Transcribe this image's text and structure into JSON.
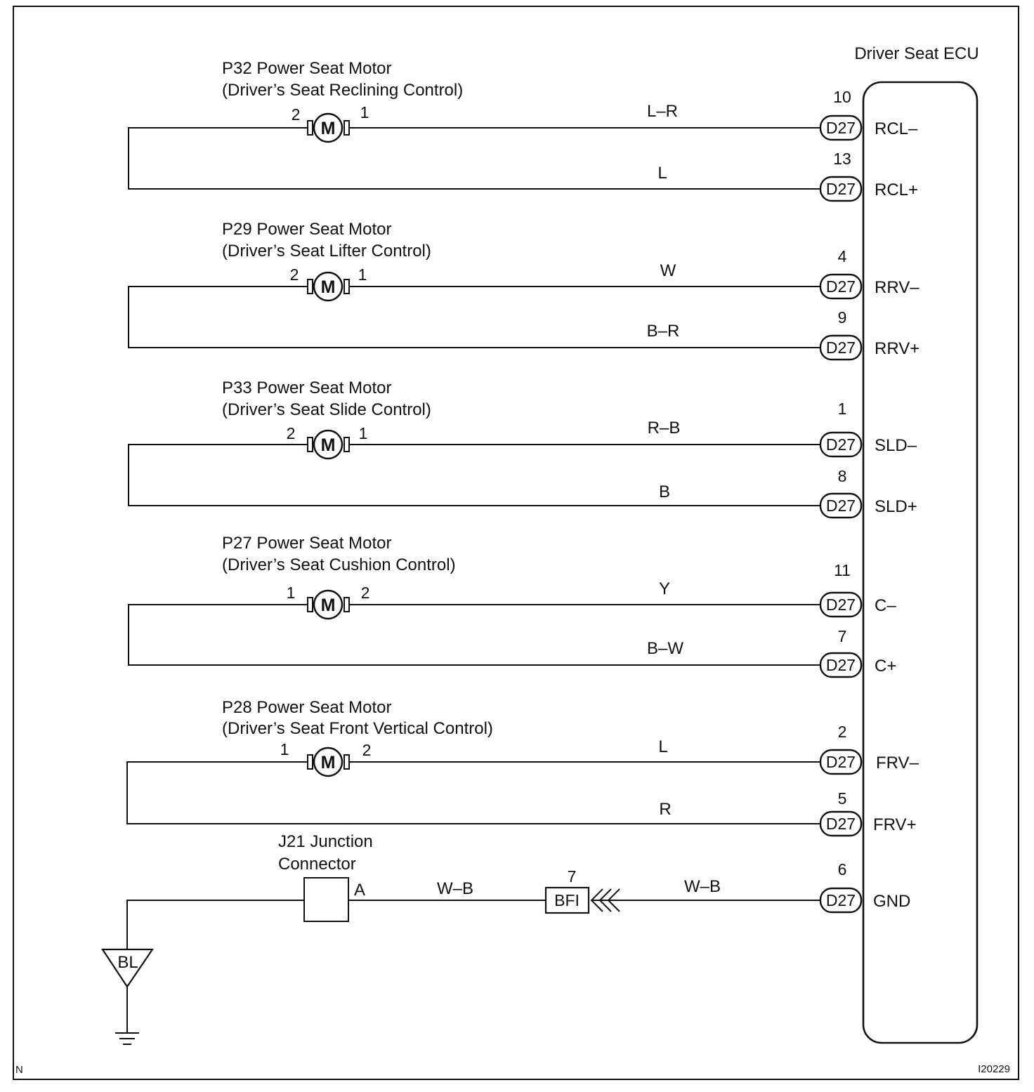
{
  "ecu": {
    "title": "Driver Seat ECU",
    "connector": "D27",
    "pins": [
      {
        "no": "10",
        "name": "RCL–",
        "wire": "L–R"
      },
      {
        "no": "13",
        "name": "RCL+",
        "wire": "L"
      },
      {
        "no": "4",
        "name": "RRV–",
        "wire": "W"
      },
      {
        "no": "9",
        "name": "RRV+",
        "wire": "B–R"
      },
      {
        "no": "1",
        "name": "SLD–",
        "wire": "R–B"
      },
      {
        "no": "8",
        "name": "SLD+",
        "wire": "B"
      },
      {
        "no": "11",
        "name": "C–",
        "wire": "Y"
      },
      {
        "no": "7",
        "name": "C+",
        "wire": "B–W"
      },
      {
        "no": "2",
        "name": "FRV–",
        "wire": "L"
      },
      {
        "no": "5",
        "name": "FRV+",
        "wire": "R"
      },
      {
        "no": "6",
        "name": "GND",
        "wire": "W–B"
      }
    ]
  },
  "motors": [
    {
      "title": "P32 Power Seat Motor",
      "subtitle": "(Driver’s Seat Reclining Control)",
      "symbol": "M",
      "left_pin": "2",
      "right_pin": "1"
    },
    {
      "title": "P29 Power Seat Motor",
      "subtitle": "(Driver’s Seat Lifter Control)",
      "symbol": "M",
      "left_pin": "2",
      "right_pin": "1"
    },
    {
      "title": "P33 Power Seat Motor",
      "subtitle": "(Driver’s Seat Slide Control)",
      "symbol": "M",
      "left_pin": "2",
      "right_pin": "1"
    },
    {
      "title": "P27 Power Seat Motor",
      "subtitle": "(Driver’s Seat Cushion Control)",
      "symbol": "M",
      "left_pin": "1",
      "right_pin": "2"
    },
    {
      "title": "P28 Power Seat Motor",
      "subtitle": "(Driver’s Seat Front Vertical Control)",
      "symbol": "M",
      "left_pin": "1",
      "right_pin": "2"
    }
  ],
  "ground_circuit": {
    "junction_title": "J21 Junction",
    "junction_subtitle": "Connector",
    "junction_terminal": "A",
    "wire_left": "W–B",
    "inline_connector": "BFI",
    "inline_pin": "7",
    "ground_point": "BL"
  },
  "footer": {
    "left_code": "N",
    "figure_id": "I20229"
  },
  "colors": {
    "line": "#111111",
    "background": "#ffffff"
  }
}
